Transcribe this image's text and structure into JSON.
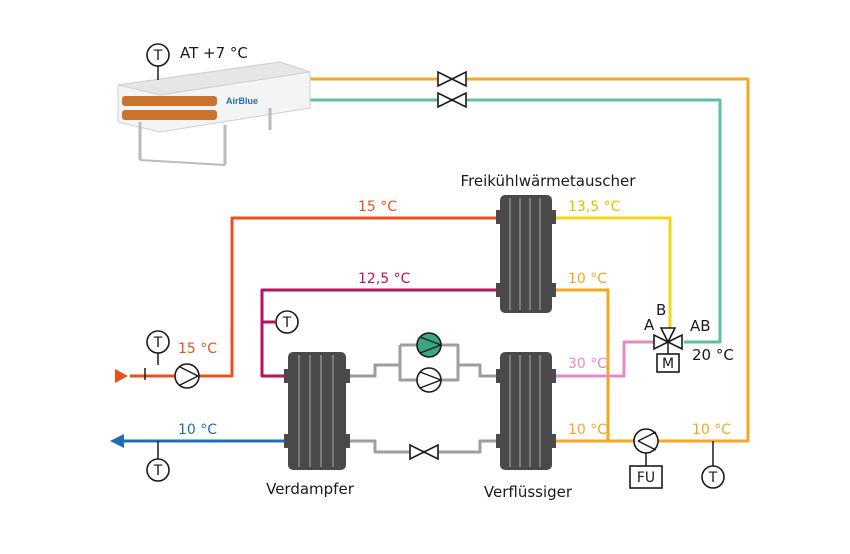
{
  "colors": {
    "orange_outdoor": "#f5a623",
    "teal": "#5fbfa0",
    "warm_red": "#e8511e",
    "magenta": "#b5135d",
    "yellow": "#f2d41b",
    "pink": "#e48ac4",
    "blue": "#1f6db5",
    "grey": "#9e9e9e",
    "text_dark": "#1a1a1a",
    "pump_green": "#3aa685",
    "hx_body": "#4a4a4a"
  },
  "outdoor_unit": {
    "brand": "AirBlue",
    "temperature_label": "AT +7 °C",
    "sensor_symbol": "T"
  },
  "components": {
    "freecooling_hx": "Freikühlwärmetauscher",
    "evaporator": "Verdampfer",
    "condenser": "Verflüssiger",
    "frequency_converter": "FU",
    "motor": "M"
  },
  "valve_ports": {
    "a": "A",
    "b": "B",
    "ab": "AB"
  },
  "temperatures": {
    "warm_return": "15 °C",
    "inlet": "15 °C",
    "after_freecooling": "12,5 °C",
    "supply_out": "10 °C",
    "fc_out_top": "13,5 °C",
    "fc_out_bottom": "10 °C",
    "condenser_top": "30 °C",
    "condenser_bottom": "10 °C",
    "outdoor_return": "10 °C",
    "valve_ab": "20 °C"
  },
  "sensor_symbol": "T"
}
